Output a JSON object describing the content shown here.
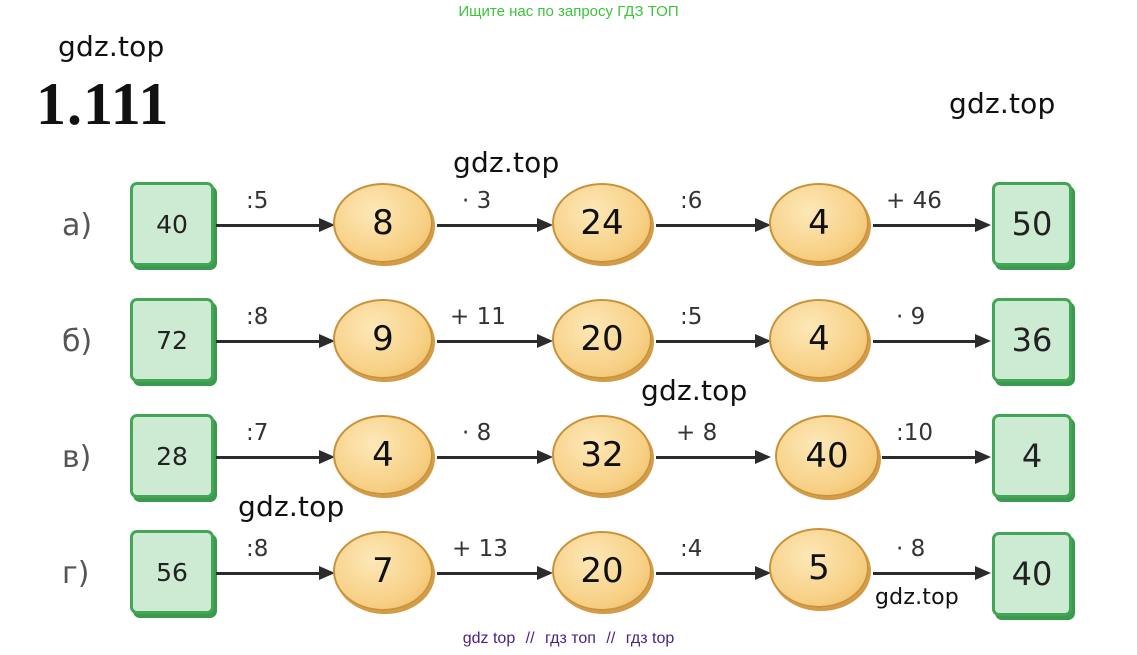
{
  "banner": "Ищите нас по запросу ГДЗ ТОП",
  "exercise_number": "1.111",
  "watermark": "gdz.top",
  "rows": [
    {
      "label": "а)",
      "start": "40",
      "ops": [
        ":5",
        "· 3",
        ":6",
        "+ 46"
      ],
      "values": [
        "8",
        "24",
        "4"
      ],
      "end": "50"
    },
    {
      "label": "б)",
      "start": "72",
      "ops": [
        ":8",
        "+ 11",
        ":5",
        "· 9"
      ],
      "values": [
        "9",
        "20",
        "4"
      ],
      "end": "36"
    },
    {
      "label": "в)",
      "start": "28",
      "ops": [
        ":7",
        "· 8",
        "+ 8",
        ":10"
      ],
      "values": [
        "4",
        "32",
        "40"
      ],
      "end": "4"
    },
    {
      "label": "г)",
      "start": "56",
      "ops": [
        ":8",
        "+ 13",
        ":4",
        "· 8"
      ],
      "values": [
        "7",
        "20",
        "5"
      ],
      "end": "40"
    }
  ],
  "footer_links": [
    "gdz top",
    "//",
    "гдз топ",
    "//",
    "гдз top"
  ],
  "colors": {
    "banner": "#3cc43c",
    "box_fill": "#cdebd3",
    "box_border": "#43a657",
    "oval_fill": "#f7cf83",
    "oval_border": "#c8923a",
    "footer": "#4a1f86"
  }
}
